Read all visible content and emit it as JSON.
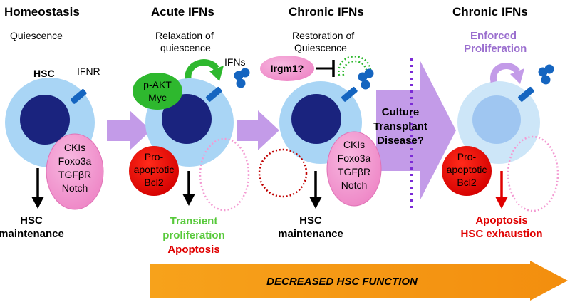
{
  "colors": {
    "cell": "#a9d5f5",
    "nucleus": "#1a237e",
    "cell_faded": "#cde6f8",
    "nucleus_faded": "#9fc6f1",
    "receptor": "#1565c0",
    "process_arrow": "#c39be8",
    "pink": "#f39ad2",
    "red": "#e00000",
    "green": "#2eb82e",
    "green_text": "#57c93a",
    "purple_text": "#9b6fcf",
    "dotted_purple": "#7b2ad6",
    "orange": "#f7a21b"
  },
  "icons": [
    "curved-arrow-icon",
    "inhibition-icon",
    "ifn-ligand-icon",
    "receptor-icon",
    "down-arrow-icon"
  ],
  "panels": [
    {
      "title": "Homeostasis",
      "subtitle": [
        "Quiescence"
      ]
    },
    {
      "title": "Acute IFNs",
      "subtitle": [
        "Relaxation of",
        "quiescence"
      ]
    },
    {
      "title": "Chronic IFNs",
      "subtitle": [
        "Restoration of",
        "Quiescence"
      ]
    },
    {
      "title": "Chronic IFNs",
      "subtitle": [
        "Enforced",
        "Proliferation"
      ]
    }
  ],
  "labels": {
    "hsc": "HSC",
    "ifnr": "IFNR",
    "ifns": "IFNs",
    "akt": [
      "p-AKT",
      "Myc"
    ],
    "irgm1": "Irgm1?",
    "ckis": [
      "CKIs",
      "Foxo3a",
      "TGFβR",
      "Notch"
    ],
    "proapoptotic": [
      "Pro-",
      "apoptotic",
      "Bcl2"
    ],
    "culture": [
      "Culture",
      "Transplant",
      "Disease?"
    ]
  },
  "outcomes": {
    "homeostasis": [
      "HSC",
      "maintenance"
    ],
    "acute_green": [
      "Transient",
      "proliferation"
    ],
    "acute_red": "Apoptosis",
    "chronic": [
      "HSC",
      "maintenance"
    ],
    "enforced": [
      "Apoptosis",
      "HSC exhaustion"
    ]
  },
  "banner": "DECREASED HSC FUNCTION"
}
